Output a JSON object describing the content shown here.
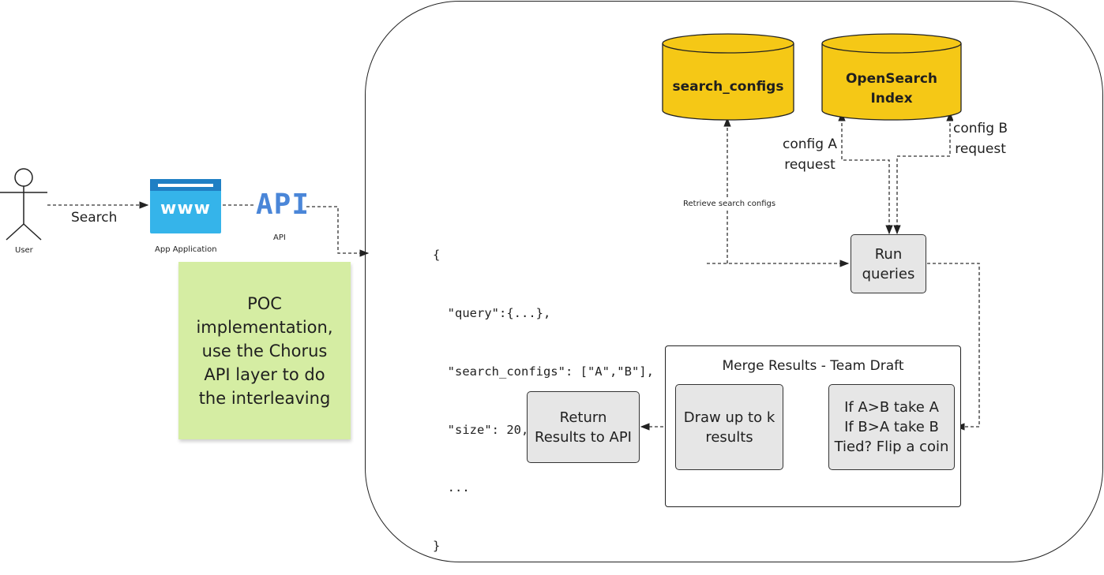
{
  "actor": {
    "label": "User"
  },
  "search_label": "Search",
  "app": {
    "icon_text": "www",
    "label": "App Application"
  },
  "api": {
    "icon_text": "API",
    "label": "API"
  },
  "sticky_note": {
    "text": "POC\nimplementation,\nuse the Chorus\nAPI layer to do\nthe interleaving"
  },
  "request_body": {
    "lines": [
      "{",
      "  \"query\":{...},",
      "  \"search_configs\": [\"A\",\"B\"],",
      "  \"size\": 20,",
      "  ...",
      "}"
    ]
  },
  "databases": {
    "search_configs": "search_configs",
    "opensearch_index": "OpenSearch\nIndex"
  },
  "edge_labels": {
    "retrieve": "Retrieve search configs",
    "config_a": "config A\nrequest",
    "config_b": "config B\nrequest"
  },
  "nodes": {
    "run_queries": "Run\nqueries",
    "merge_group": "Merge Results - Team Draft",
    "rules": "If A>B take A\nIf B>A take B\nTied? Flip a coin",
    "draw": "Draw up to k\nresults",
    "return": "Return\nResults to API"
  },
  "colors": {
    "database_fill": "#f5c816",
    "node_fill": "#e6e6e6",
    "sticky_fill": "#d5eda3",
    "app_icon": "#35b4ea",
    "api_icon": "#4a86d8"
  }
}
